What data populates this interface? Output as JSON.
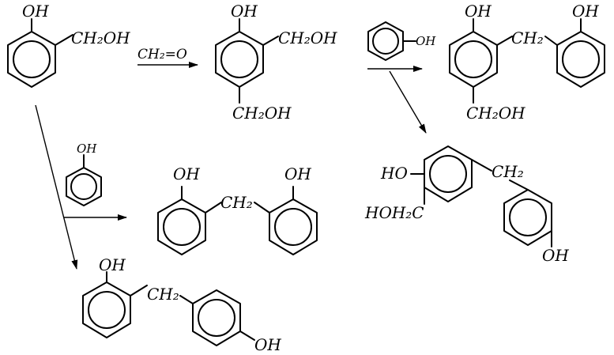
{
  "reagent": {
    "text": "CH₂=O"
  },
  "molecules": {
    "saligenin": {
      "oh": "OH",
      "ch2oh": "CH₂OH"
    },
    "diol": {
      "oh": "OH",
      "ch2oh_right": "CH₂OH",
      "ch2oh_bottom": "CH₂OH"
    },
    "phenol_top": {
      "oh": "OH"
    },
    "top_right_product": {
      "oh_left": "OH",
      "ch2": "CH₂",
      "oh_right": "OH",
      "ch2oh": "CH₂OH"
    },
    "mid_right_product": {
      "ho": "HO",
      "ch2": "CH₂",
      "hoh2c": "HOH₂C",
      "oh": "OH"
    },
    "phenol_mid": {
      "oh": "OH"
    },
    "mid_product": {
      "oh_left": "OH",
      "ch2": "CH₂",
      "oh_right": "OH"
    },
    "bottom_product": {
      "oh": "OH",
      "ch2": "CH₂",
      "oh_para": "OH"
    }
  }
}
